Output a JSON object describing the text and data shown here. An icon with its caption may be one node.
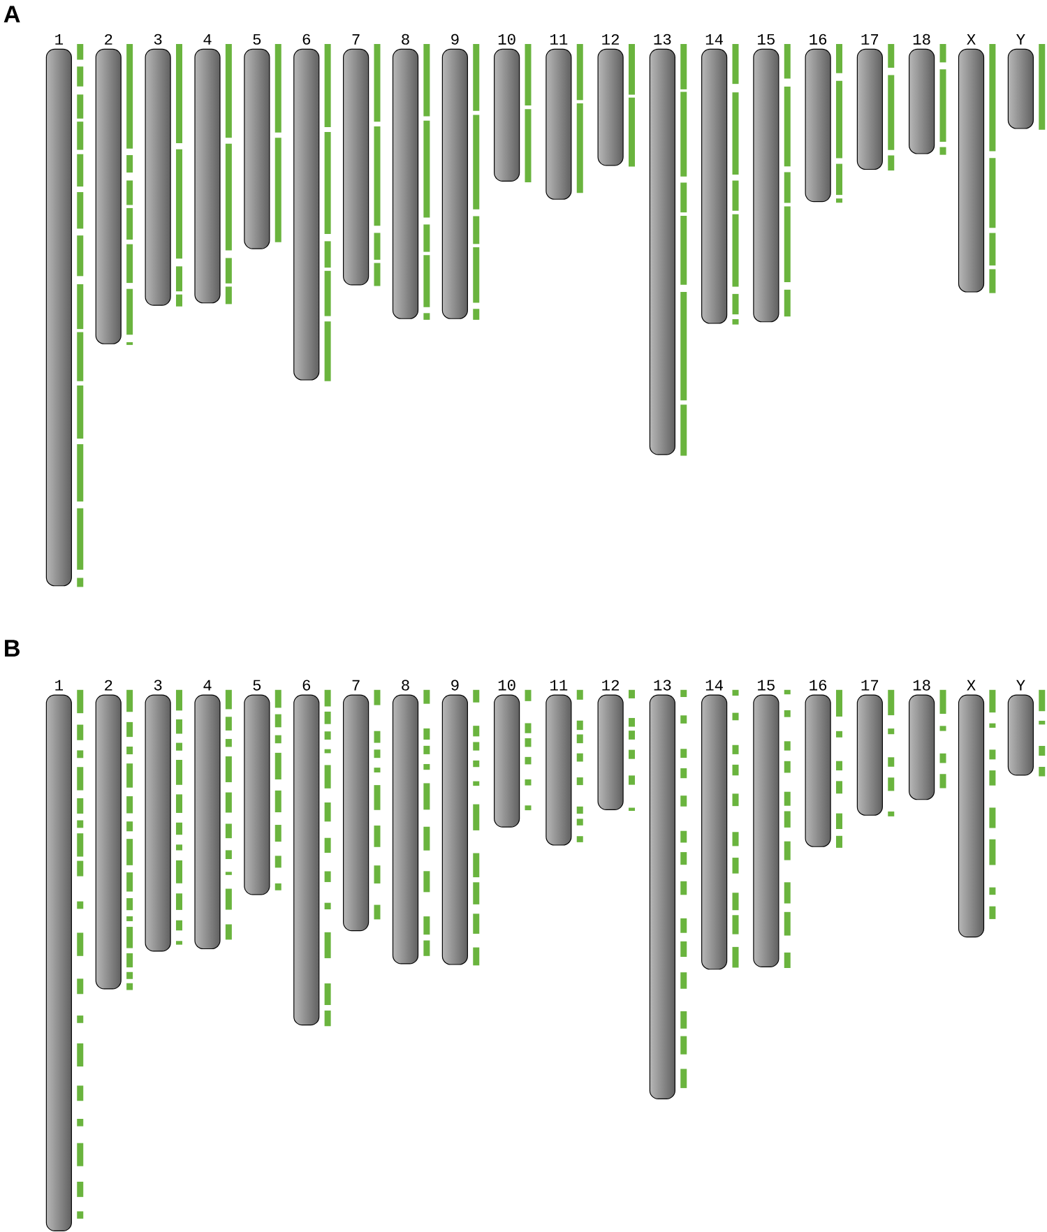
{
  "diagram": {
    "nodes": [
      {
        "text": [
          "1"
        ]
      },
      {
        "text": [
          "2"
        ]
      },
      {
        "text": [
          "3"
        ]
      },
      {
        "text": [
          "4"
        ]
      },
      {
        "text": [
          "5"
        ]
      },
      {
        "text": [
          "6"
        ]
      },
      {
        "text": [
          "7"
        ]
      },
      {
        "text": [
          "8"
        ]
      },
      {
        "text": [
          "9"
        ]
      },
      {
        "text": [
          "10"
        ]
      },
      {
        "text": [
          "11"
        ]
      },
      {
        "text": [
          "12"
        ]
      },
      {
        "text": [
          "13"
        ]
      },
      {
        "text": [
          "14"
        ]
      },
      {
        "text": [
          "15"
        ]
      },
      {
        "text": [
          "16"
        ]
      },
      {
        "text": [
          "17"
        ]
      },
      {
        "text": [
          "18"
        ]
      },
      {
        "text": [
          "X"
        ]
      },
      {
        "text": [
          "Y"
        ]
      },
      {
        "text": [
          "1"
        ]
      },
      {
        "text": [
          "2"
        ]
      },
      {
        "text": [
          "3"
        ]
      },
      {
        "text": [
          "4"
        ]
      },
      {
        "text": [
          "5"
        ]
      },
      {
        "text": [
          "6"
        ]
      },
      {
        "text": [
          "7"
        ]
      },
      {
        "text": [
          "8"
        ]
      },
      {
        "text": [
          "9"
        ]
      },
      {
        "text": [
          "10"
        ]
      },
      {
        "text": [
          "11"
        ]
      },
      {
        "text": [
          "12"
        ]
      },
      {
        "text": [
          "13"
        ]
      },
      {
        "text": [
          "14"
        ]
      },
      {
        "text": [
          "15"
        ]
      },
      {
        "text": [
          "16"
        ]
      },
      {
        "text": [
          "17"
        ]
      },
      {
        "text": [
          "18"
        ]
      },
      {
        "text": [
          "X"
        ]
      },
      {
        "text": [
          "Y"
        ]
      }
    ],
    "labels": [
      "A",
      "B"
    ]
  }
}
